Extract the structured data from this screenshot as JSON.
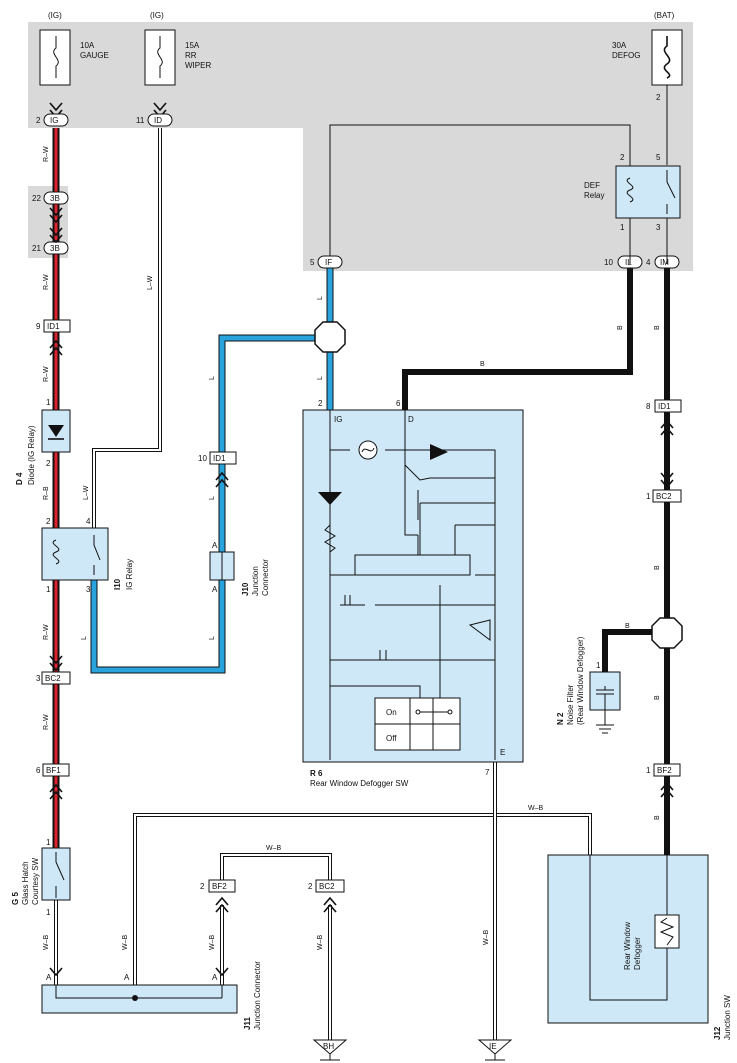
{
  "top": {
    "ig1": "(IG)",
    "ig2": "(IG)",
    "bat": "(BAT)",
    "fuse1": [
      "10A",
      "GAUGE"
    ],
    "fuse2": [
      "15A",
      "RR",
      "WIPER"
    ],
    "fuse3": [
      "30A",
      "DEFOG"
    ]
  },
  "connectors": {
    "ig": "IG",
    "id": "ID",
    "b3a": "3B",
    "b3b": "3B",
    "if": "IF",
    "il": "IL",
    "im": "IM",
    "id1a": "ID1",
    "id1b": "ID1",
    "id1c": "ID1",
    "bc2a": "BC2",
    "bc2b": "BC2",
    "bc2c": "BC2",
    "bf1": "BF1",
    "bf2a": "BF2",
    "bf2b": "BF2",
    "bh": "BH",
    "ie": "IE"
  },
  "pins": {
    "p2a": "2",
    "p11": "11",
    "p22": "22",
    "p21": "21",
    "p9": "9",
    "p1a": "1",
    "p2b": "2",
    "p2c": "2",
    "p4a": "4",
    "p1b": "1",
    "p3a": "3",
    "p3b": "3",
    "p6a": "6",
    "p1c": "1",
    "pA1": "A",
    "pA2": "A",
    "pA3": "A",
    "p10a": "10",
    "pA4": "A",
    "pA5": "A",
    "p5a": "5",
    "p2d": "2",
    "p6b": "6",
    "p7": "7",
    "p2e": "2",
    "p5b": "5",
    "p1d": "1",
    "p3c": "3",
    "p10b": "10",
    "p4b": "4",
    "p8": "8",
    "p1e": "1",
    "p1f": "1",
    "p1g": "1",
    "p1h": "1",
    "p2f": "2",
    "p2g": "2",
    "p2h": "2"
  },
  "wires": {
    "rw1": "R–W",
    "rw2": "R–W",
    "rw3": "R–W",
    "rw4": "R–W",
    "rw5": "R–W",
    "rb": "R–B",
    "lw1": "L–W",
    "lw2": "L–W",
    "l1": "L",
    "l2": "L",
    "l3": "L",
    "l4": "L",
    "l5": "L",
    "l6": "L",
    "b1": "B",
    "b2": "B",
    "b3": "B",
    "b4": "B",
    "b5": "B",
    "b6": "B",
    "b7": "B",
    "wb1": "W–B",
    "wb2": "W–B",
    "wb3": "W–B",
    "wb4": "W–B",
    "wb5": "W–B",
    "wb6": "W–B",
    "wb7": "W–B"
  },
  "components": {
    "d4_id": "D 4",
    "d4_name": "Diode (IG Relay)",
    "i10_id": "I10",
    "i10_name": "IG Relay",
    "j10_id": "J10",
    "j10_name": [
      "Junction",
      "Connector"
    ],
    "r6_id": "R 6",
    "r6_name": "Rear Window Defogger SW",
    "r6_ig": "IG",
    "r6_d": "D",
    "r6_e": "E",
    "r6_on": "On",
    "r6_off": "Off",
    "def_name": [
      "DEF",
      "Relay"
    ],
    "n2_id": "N 2",
    "n2_name": [
      "Noise Filter",
      "(Rear Window Defogger)"
    ],
    "g5_id": "G 5",
    "g5_name": [
      "Glass Hatch",
      "Courtesy SW"
    ],
    "j11_id": "J11",
    "j11_name": "Junction Connector",
    "j12_id": "J12",
    "j12_name": "Junction SW",
    "defogger_name": [
      "Rear Window",
      "Defogger"
    ]
  }
}
